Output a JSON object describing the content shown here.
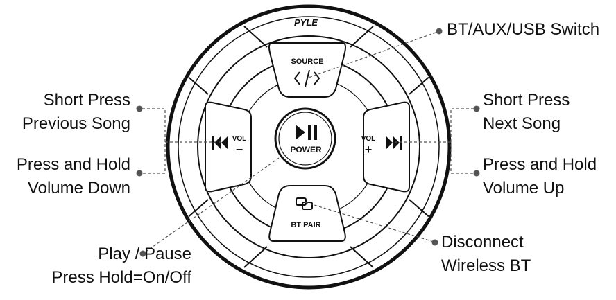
{
  "brand": "PYLE",
  "buttons": {
    "source": "SOURCE",
    "source_icon": "code-brackets-icon",
    "vol_down_top": "VOL",
    "vol_down_sign": "−",
    "vol_up_top": "VOL",
    "vol_up_sign": "+",
    "power": "POWER",
    "power_icon": "play-pause-icon",
    "bt_pair": "BT PAIR",
    "bt_pair_icon": "link-icon",
    "prev_icon": "previous-track-icon",
    "next_icon": "next-track-icon"
  },
  "callouts": {
    "source_switch": "BT/AUX/USB Switch",
    "prev": {
      "line1": "Short Press",
      "line2": "Previous Song"
    },
    "vol_down": {
      "line1": "Press and Hold",
      "line2": "Volume Down"
    },
    "next": {
      "line1": "Short Press",
      "line2": "Next Song"
    },
    "vol_up": {
      "line1": "Press and Hold",
      "line2": "Volume Up"
    },
    "power": {
      "line1": "Play / Pause",
      "line2": "Press Hold=On/Off"
    },
    "bt": {
      "line1": "Disconnect",
      "line2": "Wireless BT"
    }
  },
  "colors": {
    "ink": "#111111",
    "leader": "#555555",
    "background": "#ffffff"
  }
}
